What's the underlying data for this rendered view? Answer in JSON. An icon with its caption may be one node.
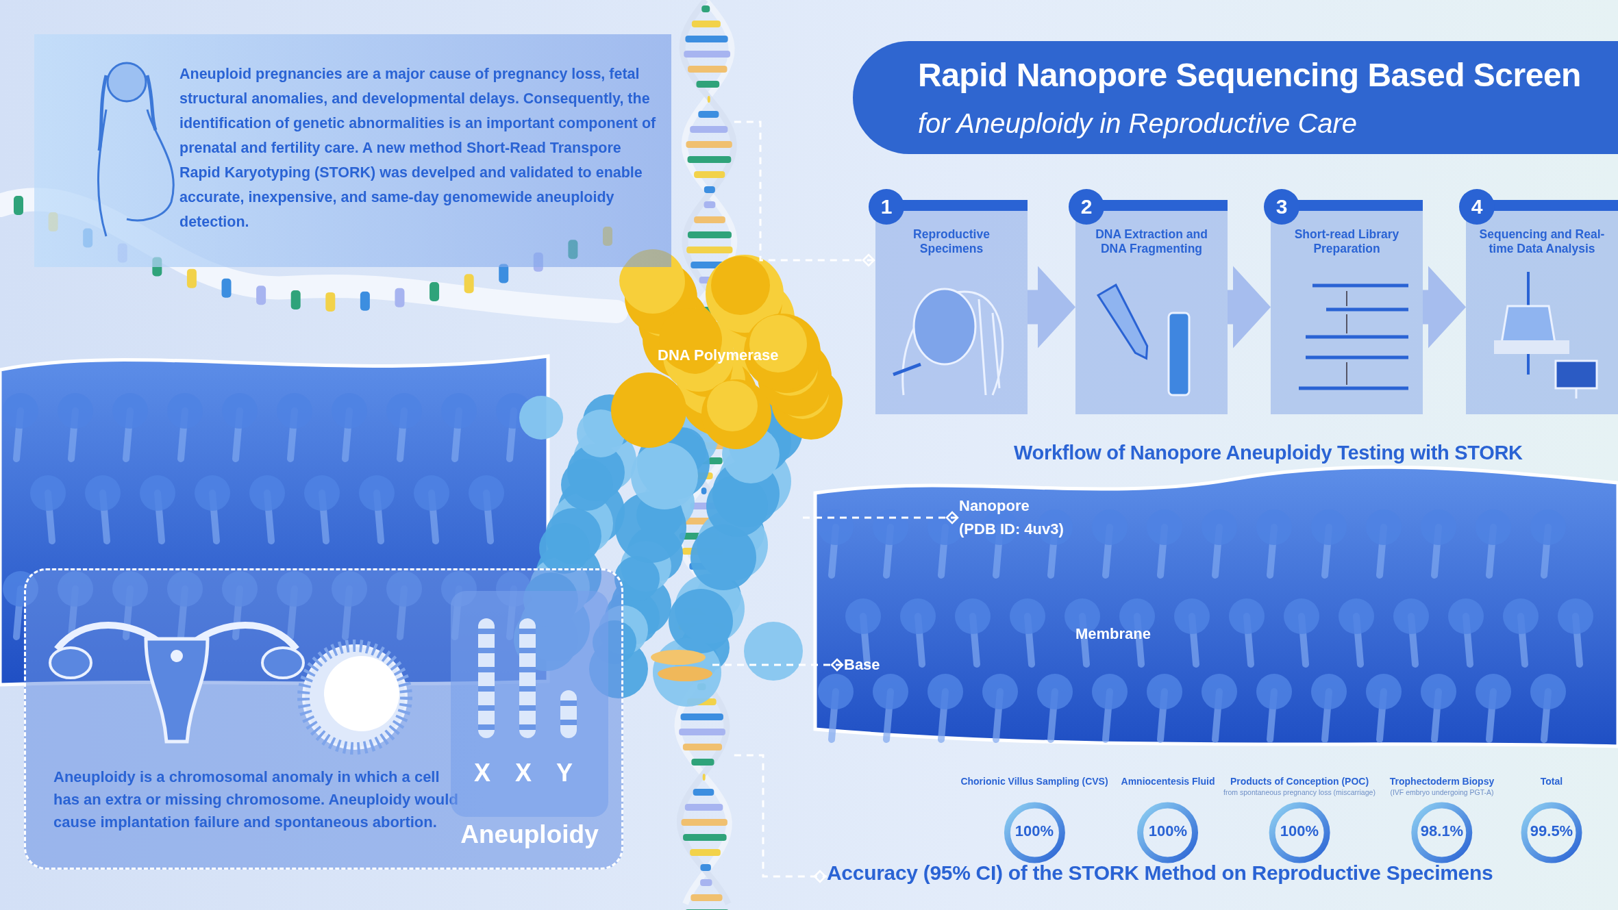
{
  "diagram": {
    "nodes": [
      {
        "text": [
          "Aneuploid pregnancies are a major cause of pregnancy loss, fetal structural anomalies, and developmental delays. Consequently, the identification of genetic abnormalities is an important component of prenatal and fertility care. A new method Short-Read Transpore Rapid Karyotyping (STORK) was develped and validated to enable accurate, inexpensive, and same-day genomewide aneuploidy detection."
        ]
      },
      {
        "text": [
          "Rapid Nanopore Sequencing Based Screen",
          "for Aneuploidy in Reproductive Care"
        ]
      },
      {
        "text": [],
        "shape": "picture"
      },
      {
        "text": [
          "1",
          "Reproductive Specimens"
        ]
      },
      {
        "text": [
          "2",
          "DNA Extraction and DNA Fragmenting"
        ]
      },
      {
        "text": [
          "3",
          "Short-read Library Preparation"
        ]
      },
      {
        "text": [
          "4",
          "Sequencing and Real-time Data Analysis"
        ]
      },
      {
        "text": [],
        "shape": "picture"
      },
      {
        "text": [
          "Nanopore",
          "(PDB ID: 4uv3)"
        ]
      },
      {
        "text": [],
        "shape": "picture",
        "in": 7
      },
      {
        "text": [
          "Base"
        ]
      },
      {
        "text": [
          "Aneuploidy is a chromosomal anomaly in which a cell has an extra or missing chromosome. Aneuploidy would cause implantation failure and spontaneous abortion."
        ]
      },
      {
        "text": [
          "X",
          "X",
          "Y"
        ],
        "in": 11,
        "beside": [
          "Aneuploidy"
        ]
      },
      {
        "text": [
          "Chorionic Villus Sampling (CVS)",
          "100%"
        ]
      },
      {
        "text": [
          "Amniocentesis Fluid",
          "100%"
        ]
      },
      {
        "text": [
          "Products of Conception (POC)",
          "from spontaneous pregnancy loss (miscarriage)",
          "100%"
        ]
      },
      {
        "text": [
          "Trophectoderm Biopsy",
          "(IVF embryo undergoing PGT-A)",
          "98.1%"
        ]
      },
      {
        "text": [
          "Total",
          "99.5%"
        ]
      },
      {
        "text": [
          "Accuracy (95% CI) of the STORK Method on Reproductive Specimens"
        ]
      }
    ],
    "edges": [
      {
        "from": 3,
        "to": 4,
        "arrow": "to",
        "style": "thick"
      },
      {
        "from": 4,
        "to": 5,
        "arrow": "to",
        "style": "thick"
      },
      {
        "from": 5,
        "to": 6,
        "arrow": "to",
        "style": "thick"
      },
      {
        "from": 2,
        "to": 3,
        "arrow": "other",
        "style": "dashed"
      },
      {
        "from": 7,
        "to": 8,
        "arrow": "other",
        "style": "dashed"
      },
      {
        "from": 9,
        "to": 10,
        "arrow": "other",
        "style": "dashed"
      },
      {
        "from": 2,
        "to": 18,
        "arrow": "other",
        "style": "dashed"
      }
    ],
    "labels": [
      "DNA Polymerase",
      "Workflow of Nanopore Aneuploidy Testing with STORK",
      "Membrane"
    ]
  }
}
